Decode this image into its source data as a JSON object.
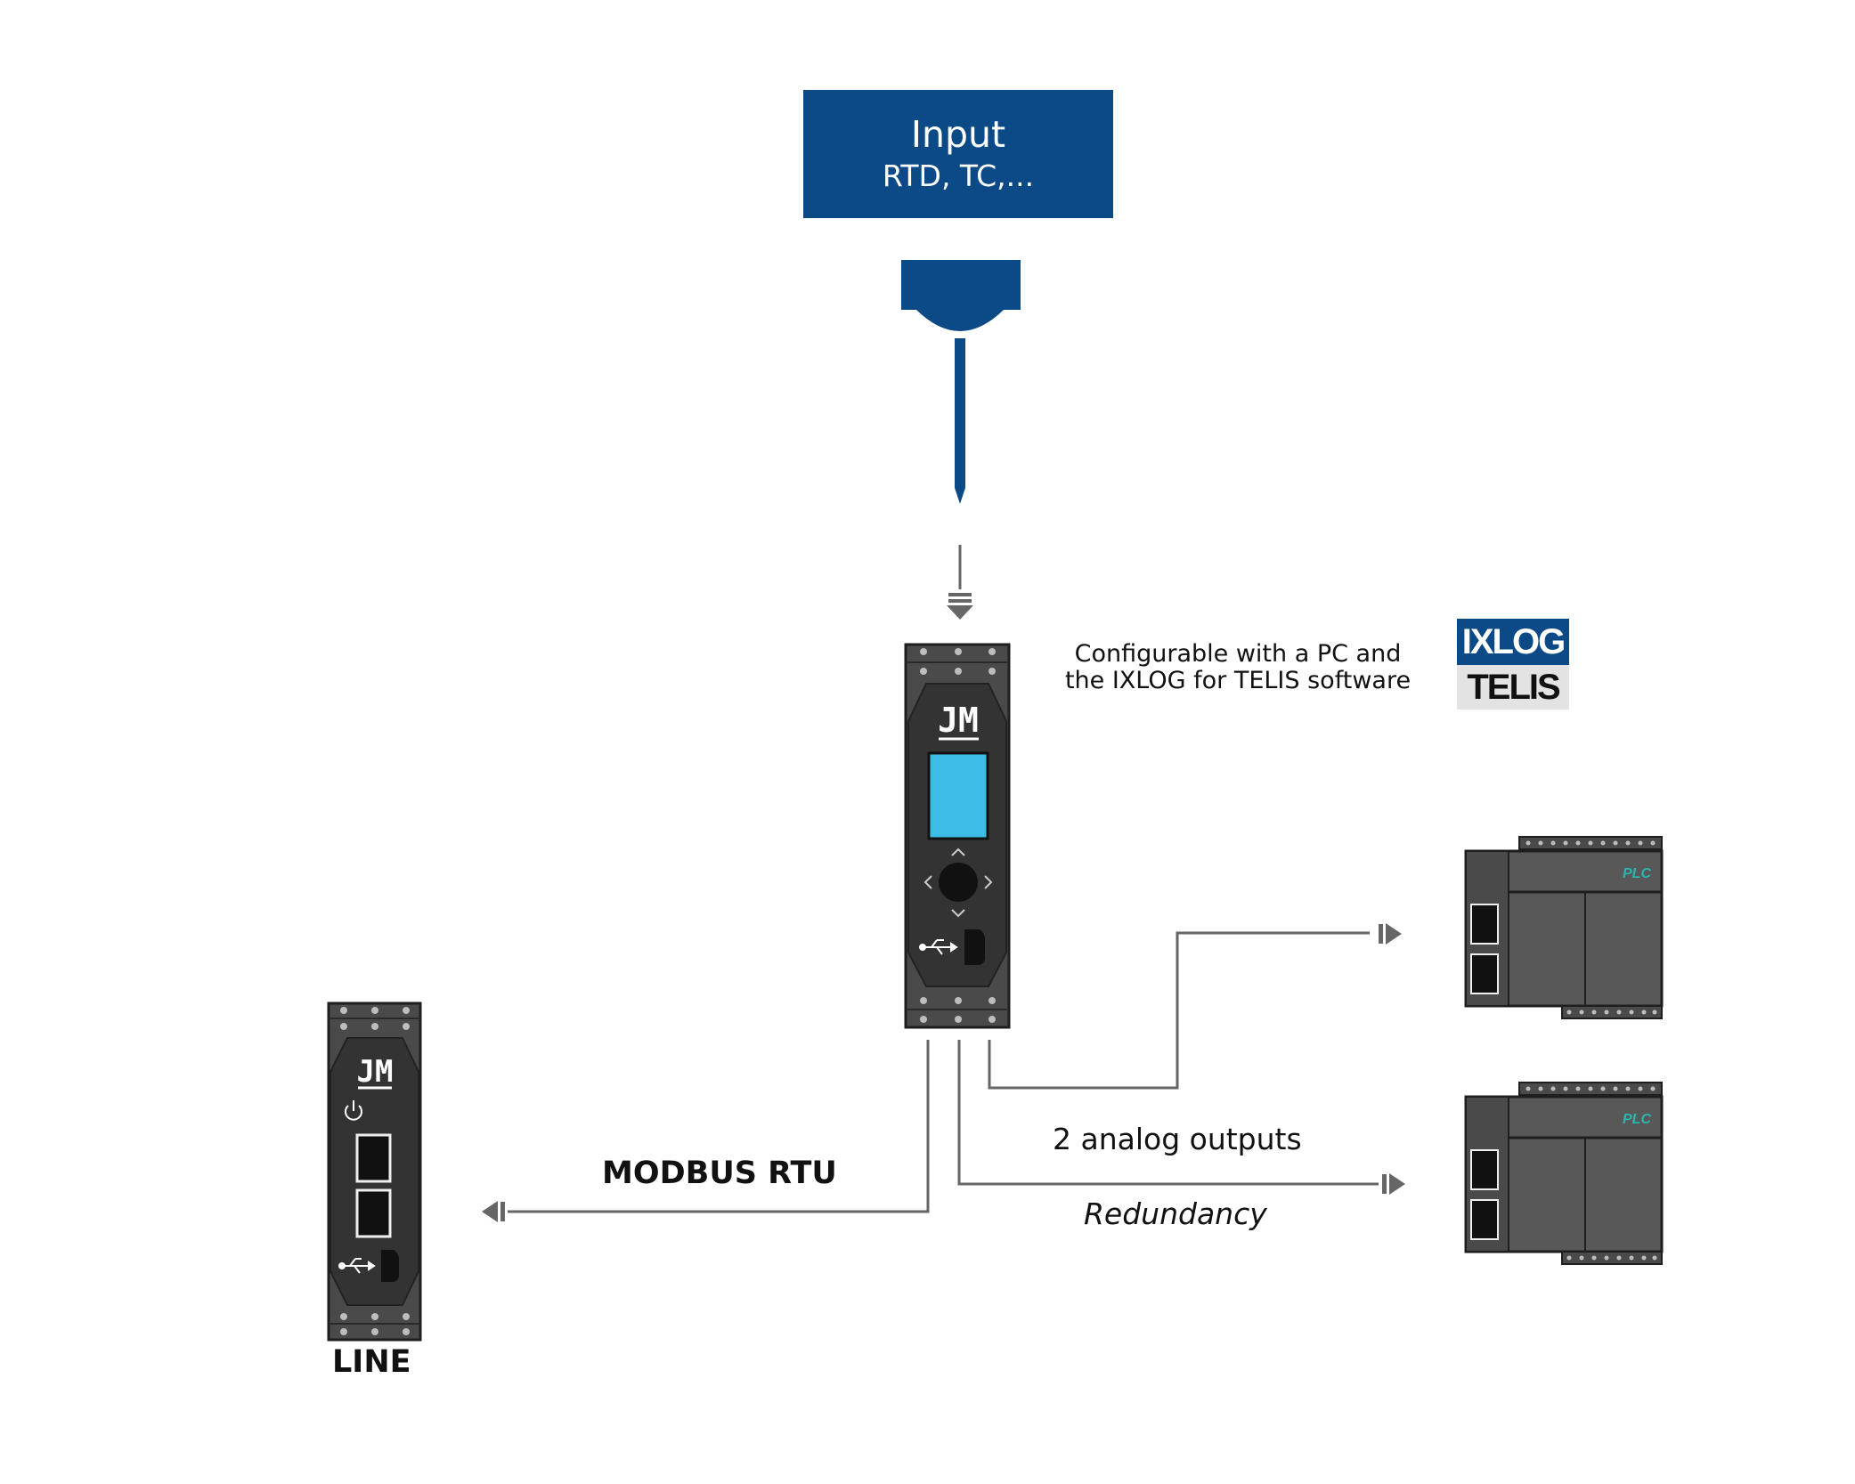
{
  "input": {
    "title": "Input",
    "subtitle": "RTD, TC,..."
  },
  "config": {
    "line1": "Configurable with a PC and",
    "line2": "the IXLOG for TELIS software"
  },
  "logo": {
    "top": "IXLOG",
    "bottom": "TELIS"
  },
  "device_brand": "JM",
  "plc_label": "PLC",
  "labels": {
    "modbus": "MODBUS RTU",
    "analog_outputs": "2 analog outputs",
    "redundancy": "Redundancy",
    "line": "LINE"
  },
  "colors": {
    "brand_blue": "#0b4a86",
    "device_body": "#4a4a4a",
    "device_panel": "#333333",
    "display": "#3cbde6",
    "plc_text": "#2bb5b0",
    "wire": "#666666"
  }
}
